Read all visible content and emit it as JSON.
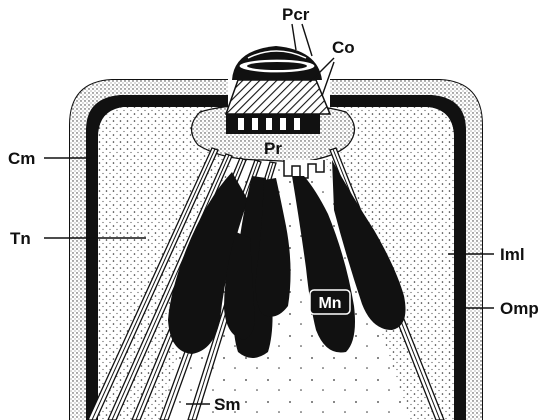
{
  "labels": {
    "pcr": "Pcr",
    "co": "Co",
    "cm": "Cm",
    "pr": "Pr",
    "tn": "Tn",
    "iml": "Iml",
    "mn": "Mn",
    "omp": "Omp",
    "sm": "Sm"
  },
  "colors": {
    "ink": "#111111",
    "stipple": "#e4e4e4",
    "background": "#ffffff"
  }
}
